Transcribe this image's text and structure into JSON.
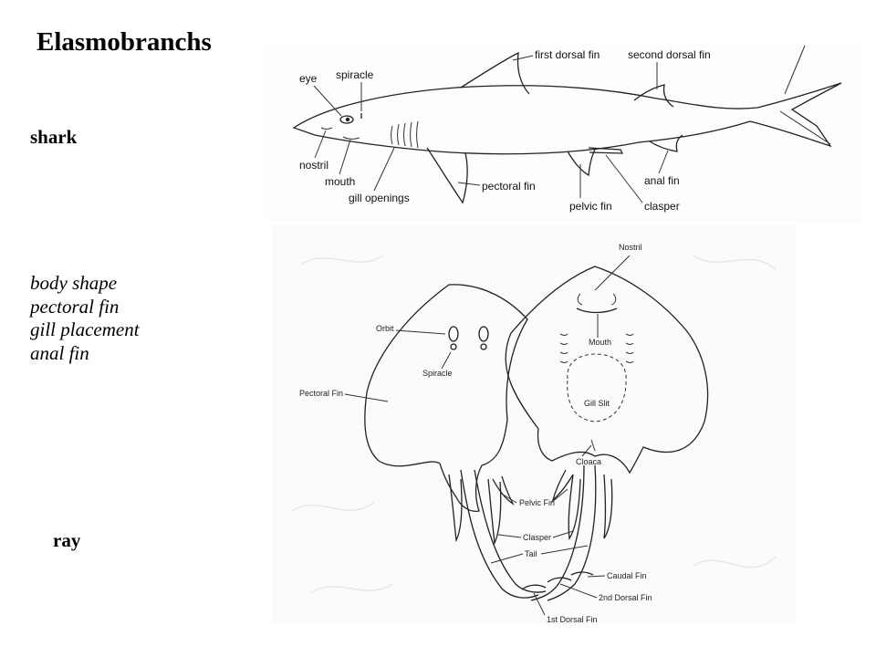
{
  "title": "Elasmobranchs",
  "shark_label": "shark",
  "ray_label": "ray",
  "features": [
    "body shape",
    "pectoral fin",
    "gill placement",
    "anal fin"
  ],
  "shark_parts": {
    "eye": "eye",
    "spiracle": "spiracle",
    "nostril": "nostril",
    "mouth": "mouth",
    "gill_openings": "gill openings",
    "first_dorsal_fin": "first dorsal fin",
    "second_dorsal_fin": "second dorsal fin",
    "pectoral_fin": "pectoral fin",
    "pelvic_fin": "pelvic fin",
    "anal_fin": "anal fin",
    "clasper": "clasper"
  },
  "ray_parts": {
    "nostril": "Nostril",
    "orbit": "Orbit",
    "spiracle": "Spiracle",
    "mouth": "Mouth",
    "pectoral_fin": "Pectoral Fin",
    "gill_slit": "Gill Slit",
    "cloaca": "Cloaca",
    "pelvic_fin": "Pelvic Fin",
    "clasper": "Clasper",
    "tail": "Tail",
    "caudal_fin": "Caudal Fin",
    "second_dorsal_fin": "2nd Dorsal Fin",
    "first_dorsal_fin": "1st Dorsal Fin"
  }
}
